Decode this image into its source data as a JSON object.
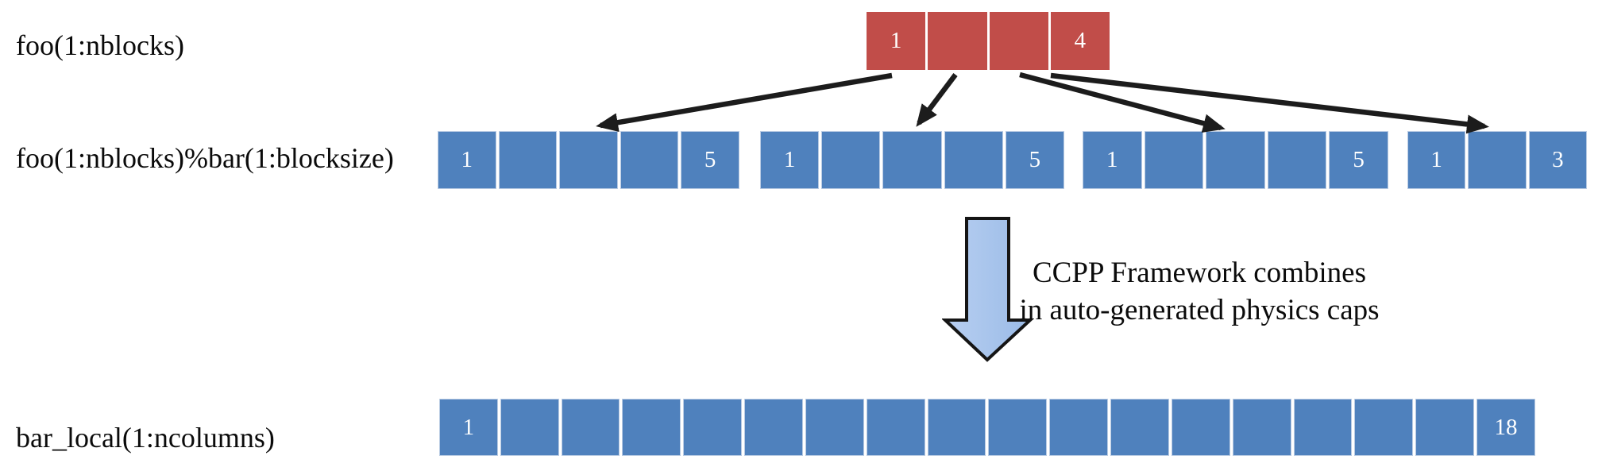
{
  "labels": {
    "row1": "foo(1:nblocks)",
    "row2": "foo(1:nblocks)%bar(1:blocksize)",
    "row3": "bar_local(1:ncolumns)"
  },
  "annotation": {
    "line1": "CCPP Framework combines",
    "line2": "in auto-generated physics caps"
  },
  "arrays": {
    "foo": {
      "cells": [
        "1",
        "",
        "",
        "4"
      ]
    },
    "bar_groups": [
      {
        "cells": [
          "1",
          "",
          "",
          "",
          "5"
        ]
      },
      {
        "cells": [
          "1",
          "",
          "",
          "",
          "5"
        ]
      },
      {
        "cells": [
          "1",
          "",
          "",
          "",
          "5"
        ]
      },
      {
        "cells": [
          "1",
          "",
          "3"
        ]
      }
    ],
    "bar_local": {
      "cells": [
        "1",
        "",
        "",
        "",
        "",
        "",
        "",
        "",
        "",
        "",
        "",
        "",
        "",
        "",
        "",
        "",
        "",
        "18"
      ]
    }
  },
  "colors": {
    "red": "#C14D49",
    "blue": "#4F81BD",
    "connector": "#1c1c1c",
    "arrow_outline": "#151515",
    "arrow_fill_light": "#b8cff1",
    "arrow_fill_dark": "#9abbe7",
    "cell_text": "#ffffff"
  }
}
